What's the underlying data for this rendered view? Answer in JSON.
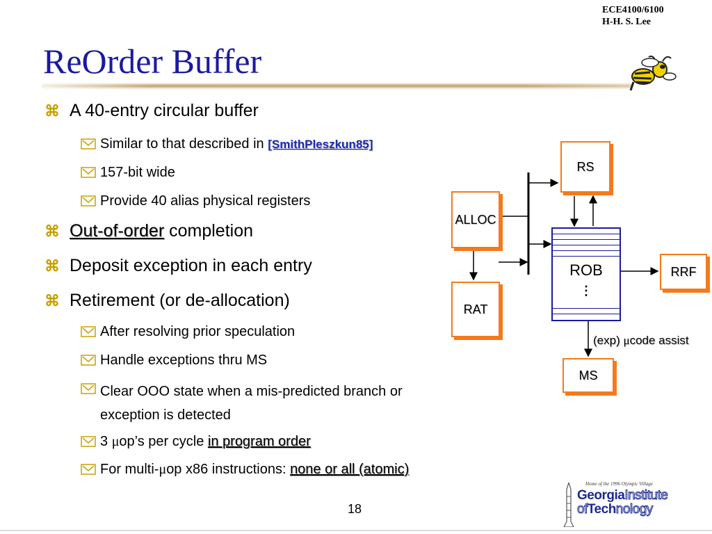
{
  "header": {
    "course": "ECE4100/6100",
    "author": "H-H. S. Lee"
  },
  "title": "ReOrder Buffer",
  "bullets": {
    "b1": "A 40-entry circular buffer",
    "b1_sub1_pre": "Similar to that described in ",
    "b1_sub1_cite": "[SmithPleszkun85]",
    "b1_sub2": "157-bit wide",
    "b1_sub3": "Provide 40 alias physical registers",
    "b2_hl": "Out-of-order",
    "b2_rest": " completion",
    "b3": "Deposit exception in each entry",
    "b4": "Retirement (or de-allocation)",
    "b4_sub1": "After resolving prior speculation",
    "b4_sub2": "Handle exceptions thru MS",
    "b4_sub3_l1": "Clear OOO state when a mis-predicted branch or",
    "b4_sub3_l2": "exception is detected",
    "b4_sub4_pre": "3 ",
    "b4_sub4_mu": "μ",
    "b4_sub4_mid": "op’s per cycle ",
    "b4_sub4_hl": "in program order",
    "b4_sub5_pre": "For multi-",
    "b4_sub5_mu": "μ",
    "b4_sub5_mid": "op x86 instructions: ",
    "b4_sub5_hl": "none or all (atomic)"
  },
  "diagram": {
    "rs": "RS",
    "alloc": "ALLOC",
    "rat": "RAT",
    "rob": "ROB",
    "rob_dots": "⋮",
    "rrf": "RRF",
    "ms": "MS",
    "assist_pre": "(exp) ",
    "assist_mu": "μ",
    "assist_post": "code assist"
  },
  "footer": {
    "page_number": "18",
    "logo_caption": "Home of the 1996 Olympic Village",
    "logo_georgia": "Georgia",
    "logo_institute": "Institute",
    "logo_of": "of",
    "logo_tech": "Tech",
    "logo_nology": "nology"
  },
  "colors": {
    "title": "#1a1a9e",
    "bullet_marker": "#c8a000",
    "block_border": "#f47a1c",
    "rob_border": "#1a1a9e"
  },
  "icons": {
    "level1_marker": "command-key-icon",
    "level2_marker": "checkbox-icon"
  }
}
